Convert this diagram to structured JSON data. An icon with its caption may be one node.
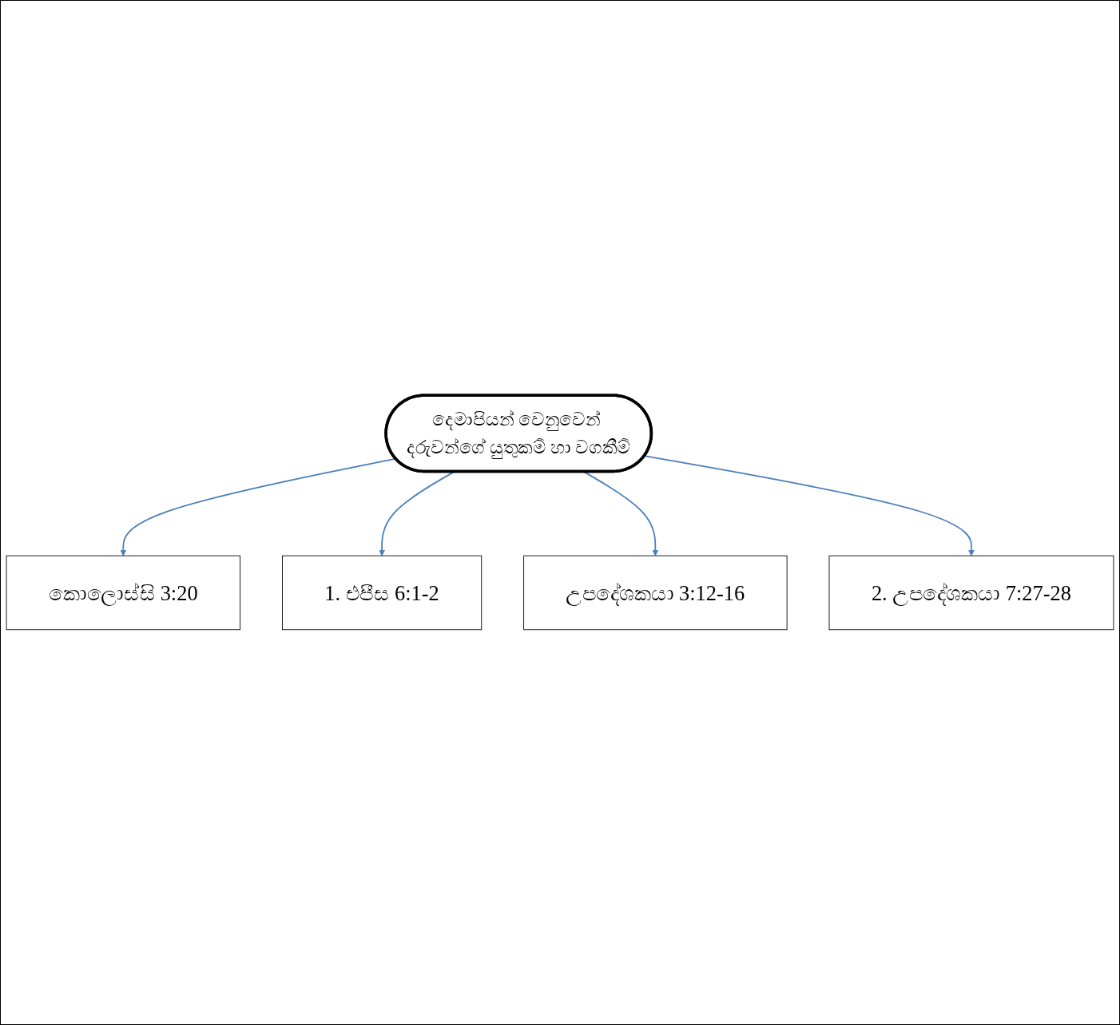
{
  "diagram": {
    "nodes": [
      {
        "text": [
          "කොලොස්සි 3:20"
        ]
      },
      {
        "text": [
          "1. එපීස 6:1-2"
        ]
      },
      {
        "text": [
          "දෙමාපියන් වෙනුවෙන් දරුවන්ගේ යුතුකම් හා වගකීම්"
        ]
      },
      {
        "text": [
          "උපදේශකයා 3:12-16"
        ]
      },
      {
        "text": [
          "2. උපදේශකයා 7:27-28"
        ]
      }
    ],
    "edges": [
      {
        "from": 2,
        "to": 0,
        "arrow": "to"
      },
      {
        "from": 2,
        "to": 1,
        "arrow": "to"
      },
      {
        "from": 2,
        "to": 3,
        "arrow": "to"
      },
      {
        "from": 2,
        "to": 4,
        "arrow": "to"
      }
    ]
  }
}
